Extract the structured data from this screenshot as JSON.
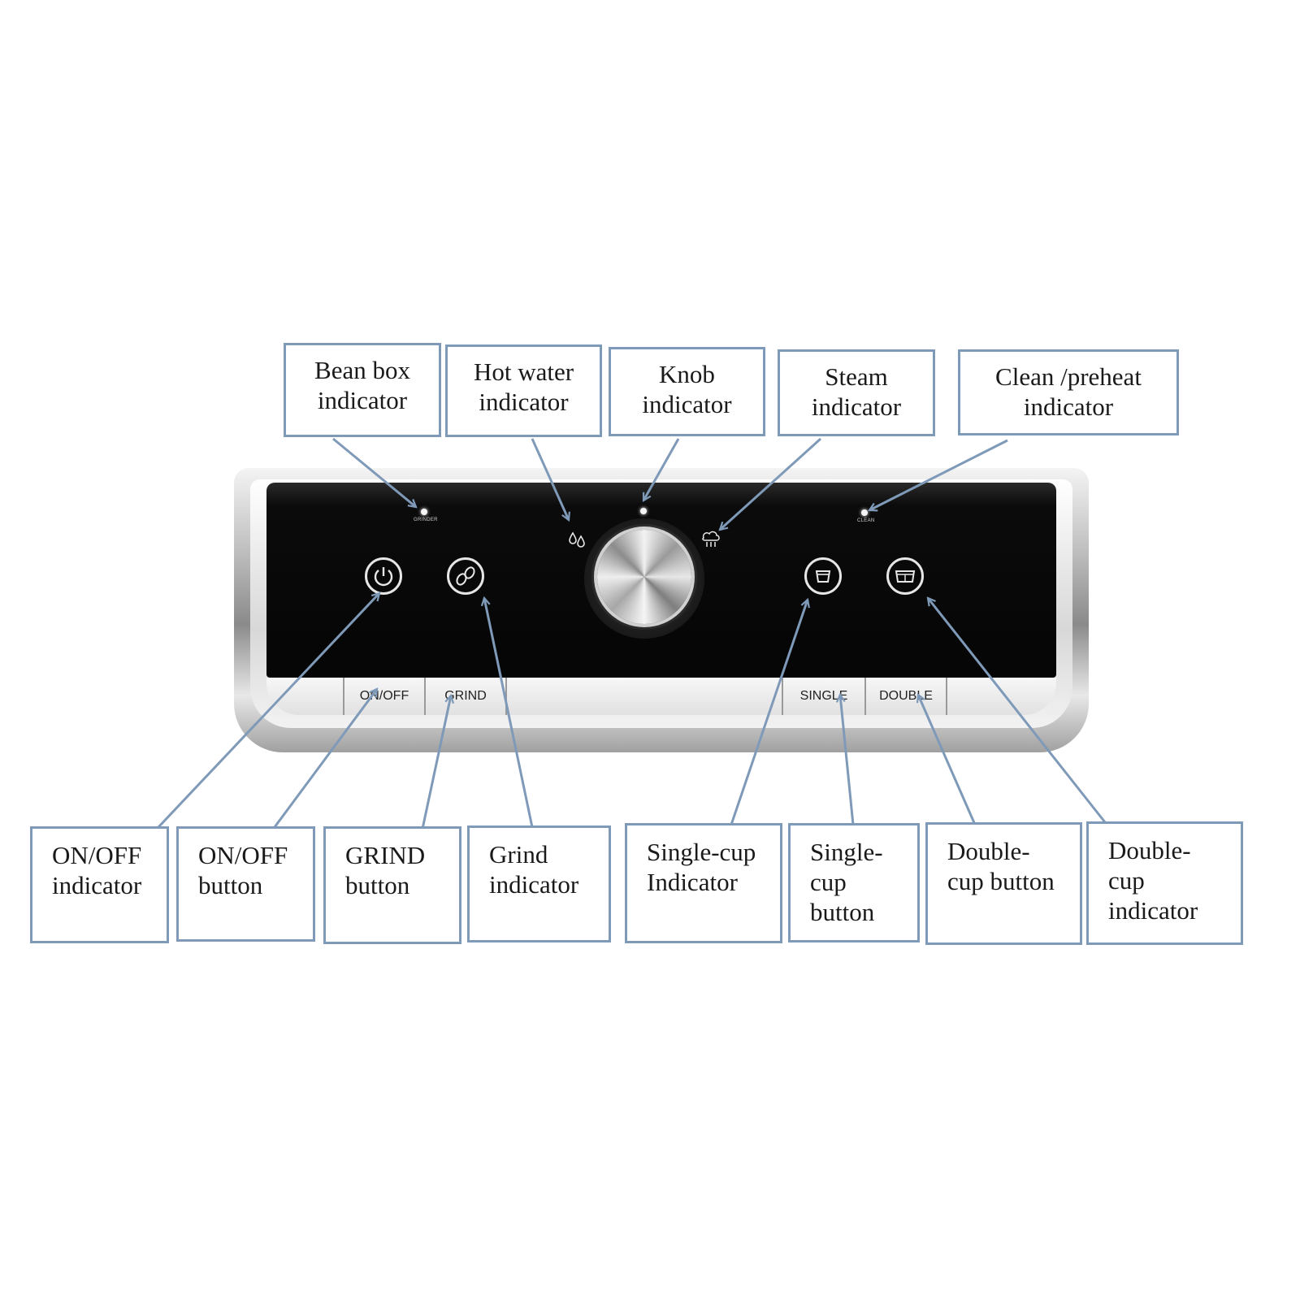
{
  "callouts": {
    "bean_box": [
      "Bean box",
      "indicator"
    ],
    "hot_water": [
      "Hot water",
      "indicator"
    ],
    "knob": [
      "Knob",
      "indicator"
    ],
    "steam": [
      "Steam",
      "indicator"
    ],
    "clean": [
      "Clean /preheat",
      "indicator"
    ],
    "onoff_indicator": [
      "ON/OFF",
      "indicator"
    ],
    "onoff_button": [
      "ON/OFF",
      "button"
    ],
    "grind_button": [
      "GRIND",
      "button"
    ],
    "grind_indicator": [
      "Grind",
      "indicator"
    ],
    "single_indicator": [
      "Single-cup",
      "Indicator"
    ],
    "single_button": [
      "Single-",
      "cup",
      "button"
    ],
    "double_button": [
      "Double-",
      "cup button"
    ],
    "double_indicator": [
      "Double-",
      "cup",
      "indicator"
    ]
  },
  "panel": {
    "grinder_led_label": "GRINDER",
    "clean_led_label": "CLEAN",
    "buttons": {
      "onoff": "ON/OFF",
      "grind": "GRIND",
      "single": "SINGLE",
      "double": "DOUBLE"
    }
  },
  "colors": {
    "arrow": "#7f9ab8",
    "callout_border": "#7f9ab8",
    "panel": "#050505"
  }
}
